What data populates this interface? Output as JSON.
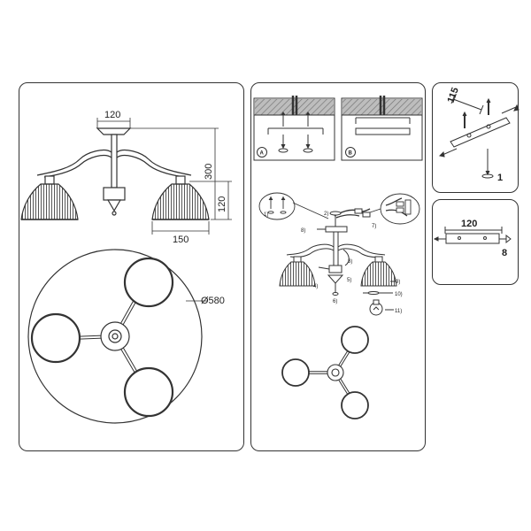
{
  "dimensions": {
    "canopy_width": "120",
    "total_height": "300",
    "shade_height": "120",
    "shade_width": "150",
    "span_diameter": "Ø580"
  },
  "assembly": {
    "variant_a": "A",
    "variant_b": "B",
    "parts": [
      "1)",
      "2)",
      "3)",
      "4)",
      "5)",
      "6)",
      "7)",
      "8)",
      "9)",
      "10)",
      "11)"
    ]
  },
  "mounting": {
    "bracket_length": "115",
    "screw_qty": "1",
    "plate_length": "120",
    "plate_screw_size": "8"
  },
  "colors": {
    "line": "#333333",
    "hatch": "#777777",
    "ceiling_fill": "#999999"
  }
}
